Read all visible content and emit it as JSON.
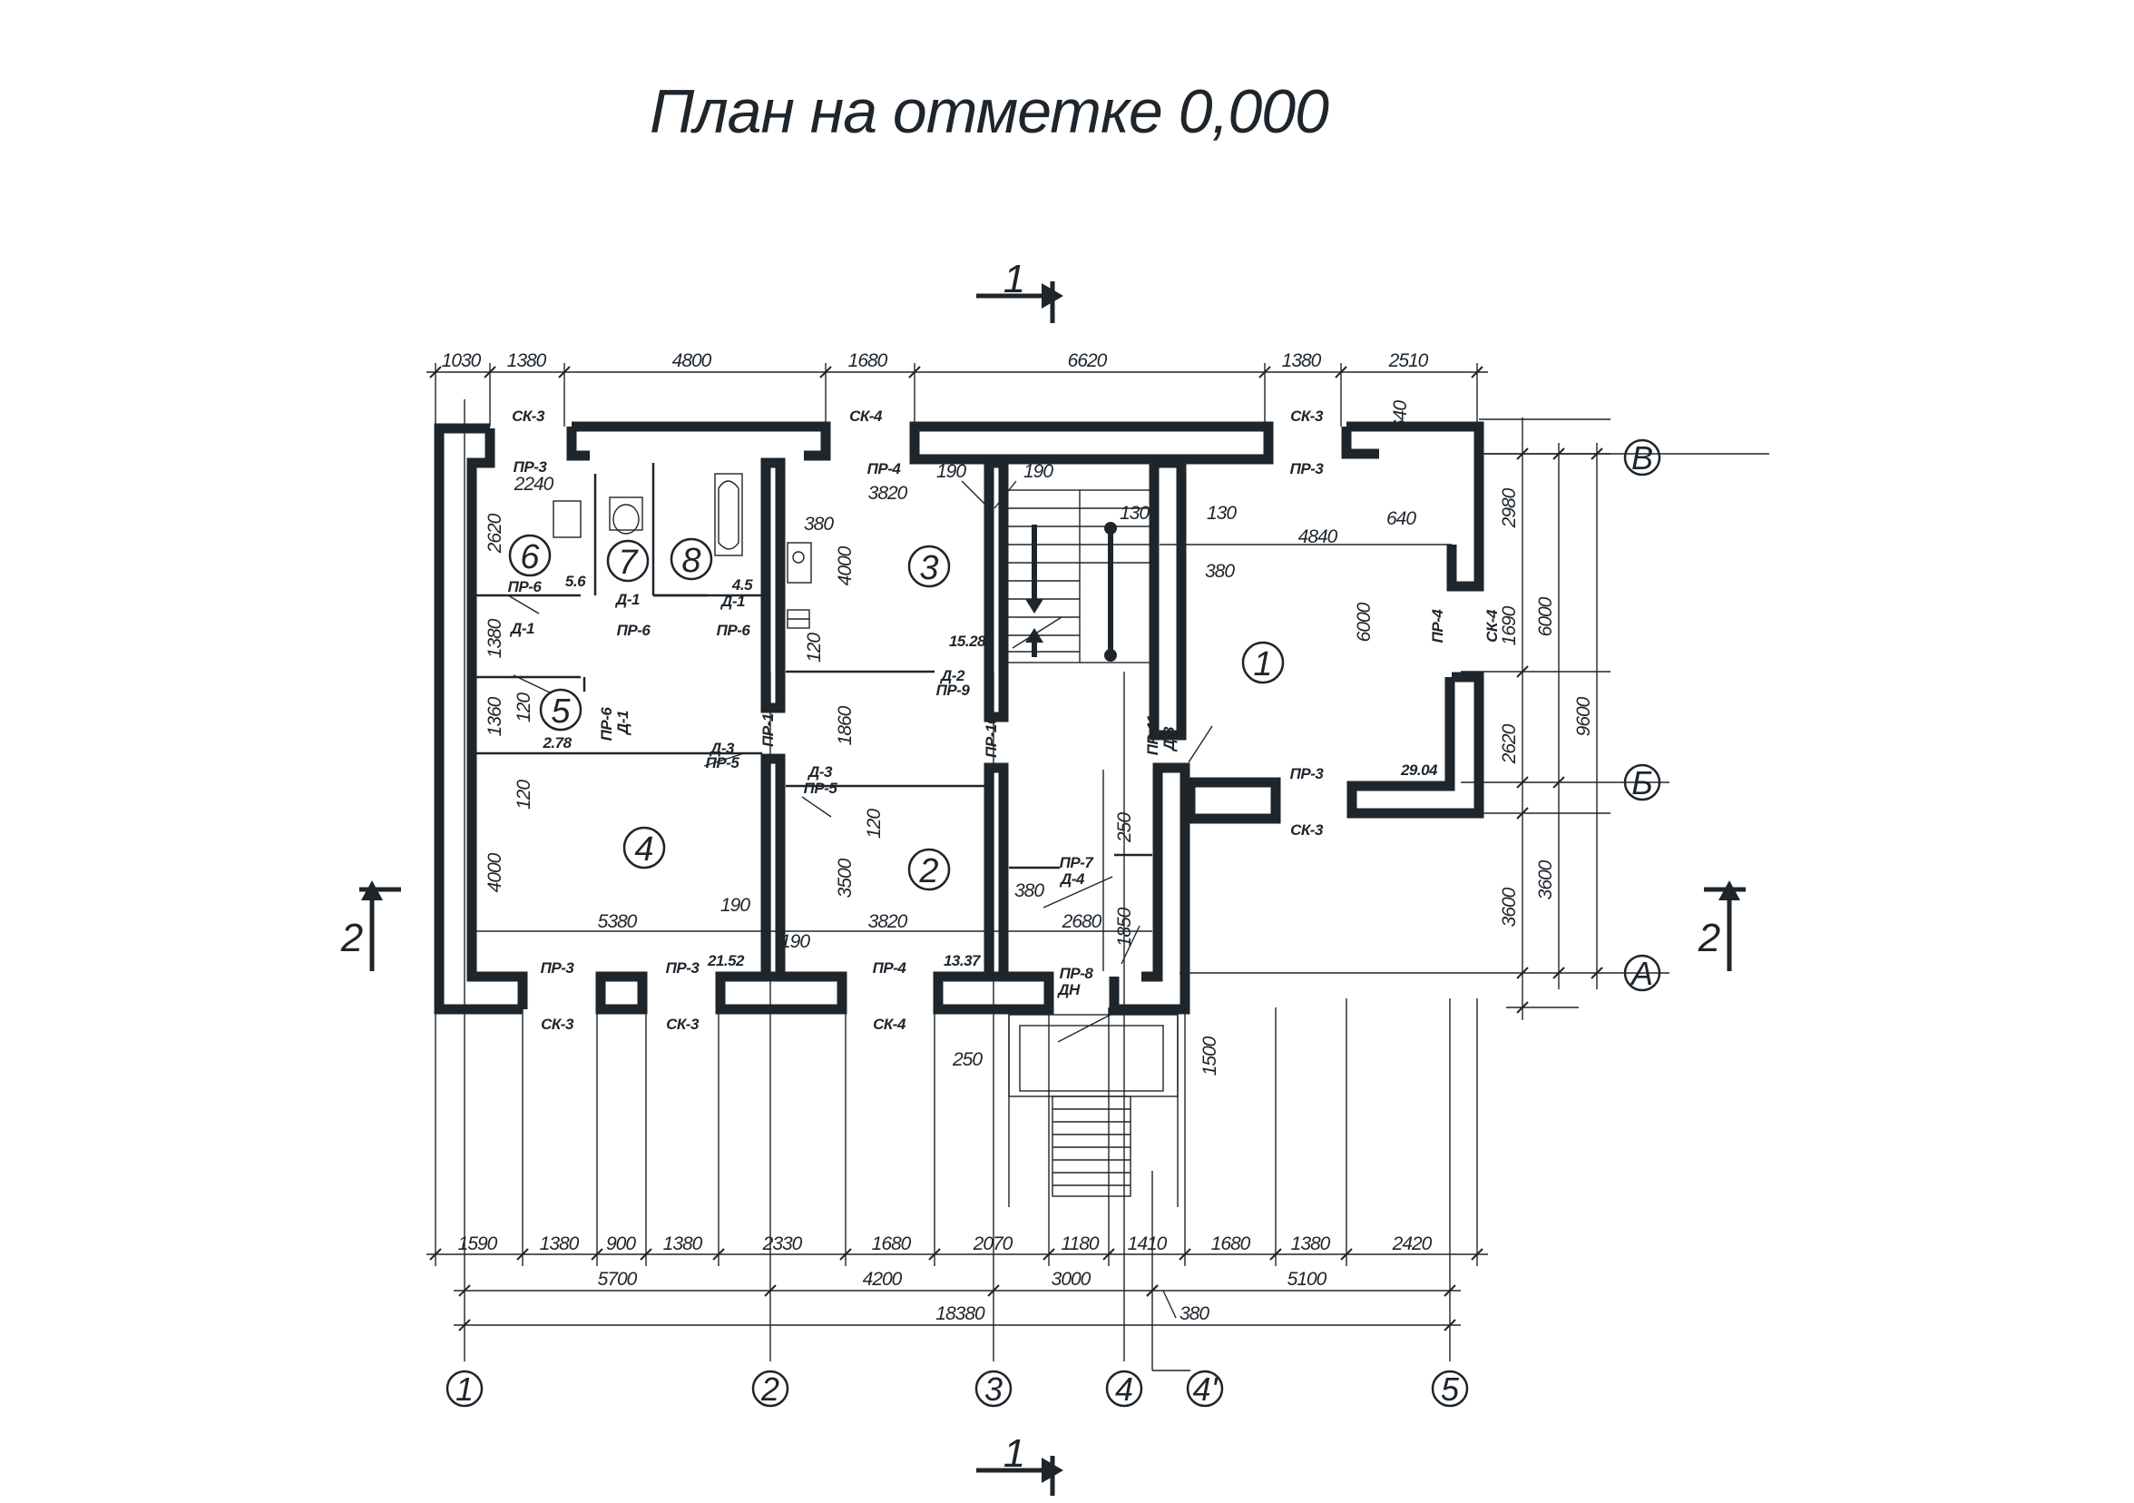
{
  "title": "План на отметке 0,000",
  "section_markers": {
    "s1_top": "1",
    "s1_bottom": "1",
    "s2_left": "2",
    "s2_right": "2"
  },
  "axes": {
    "a1": "1",
    "a2": "2",
    "a3": "3",
    "a4": "4",
    "a4p": "4'",
    "a5": "5",
    "aV": "В",
    "aB": "Б",
    "aA": "А"
  },
  "rooms": {
    "r1": "1",
    "r2": "2",
    "r3": "3",
    "r4": "4",
    "r5": "5",
    "r6": "6",
    "r7": "7",
    "r8": "8"
  },
  "areas": {
    "a1": "29.04",
    "a2": "13.37",
    "a3": "15.28",
    "a4": "21.52",
    "a5": "2.78",
    "a6": "5.6",
    "a7": "4.5"
  },
  "top_dims": {
    "d1": "1030",
    "d2": "1380",
    "d3": "4800",
    "d4": "1680",
    "d5": "6620",
    "d6": "1380",
    "d7": "2510"
  },
  "bottom_dims1": {
    "d1": "1590",
    "d2": "1380",
    "d3": "900",
    "d4": "1380",
    "d5": "2330",
    "d6": "1680",
    "d7": "2070",
    "d8": "1180",
    "d9": "1410",
    "d10": "1680",
    "d11": "1380",
    "d12": "2420"
  },
  "bottom_dims2": {
    "d1": "5700",
    "d2": "4200",
    "d3": "3000",
    "d4": "5100"
  },
  "bottom_dims3": {
    "total": "18380",
    "extra": "380"
  },
  "right_dims": {
    "d1": "2980",
    "d2": "1690",
    "d3": "2620",
    "d4": "3600",
    "d5": "6000",
    "d6": "3600",
    "d7": "9600"
  },
  "inner_dims": {
    "d2240": "2240",
    "d2620": "2620",
    "d1380": "1380",
    "d1360": "1360",
    "d120a": "120",
    "d120b": "120",
    "d4000a": "4000",
    "d5380": "5380",
    "d190a": "190",
    "d190b": "190",
    "d3820a": "3820",
    "d190c": "190",
    "d190d": "190",
    "d380a": "380",
    "d4000b": "4000",
    "d120c": "120",
    "d1860": "1860",
    "d120d": "120",
    "d3500": "3500",
    "d3820b": "3820",
    "d130a": "130",
    "d130b": "130",
    "d380b": "380",
    "d4840": "4840",
    "d640a": "640",
    "d640b": "640",
    "d6000": "6000",
    "d250a": "250",
    "d380c": "380",
    "d2680": "2680",
    "d1850": "1850",
    "d250b": "250",
    "d1500": "1500"
  },
  "marks": {
    "sk3_a": "СК-3",
    "sk4_a": "СК-4",
    "sk3_b": "СК-3",
    "sk4_r": "СК-4",
    "sk3_c": "СК-3",
    "sk3_d": "СК-3",
    "sk3_e": "СК-3",
    "sk4_b": "СК-4",
    "pr3_a": "ПР-3",
    "pr4_a": "ПР-4",
    "pr3_b": "ПР-3",
    "pr4_r": "ПР-4",
    "pr6_a": "ПР-6",
    "d1_a": "Д-1",
    "d1_b": "Д-1",
    "pr6_b": "ПР-6",
    "d1_c": "Д-1",
    "pr6_c": "ПР-6",
    "pr6_v": "ПР-6",
    "d1_v": "Д-1",
    "d3_a": "Д-3",
    "pr5_a": "ПР-5",
    "d3_b": "Д-3",
    "pr5_b": "ПР-5",
    "d2": "Д-2",
    "pr9": "ПР-9",
    "pr10a": "ПР-10",
    "pr10b": "ПР-10",
    "pr11": "ПР-11",
    "d3_c": "Д-3",
    "pr3_c": "ПР-3",
    "pr3_d": "ПР-3",
    "pr3_e": "ПР-3",
    "pr4_b": "ПР-4",
    "pr7": "ПР-7",
    "d4": "Д-4",
    "pr8": "ПР-8",
    "dn": "ДН"
  }
}
